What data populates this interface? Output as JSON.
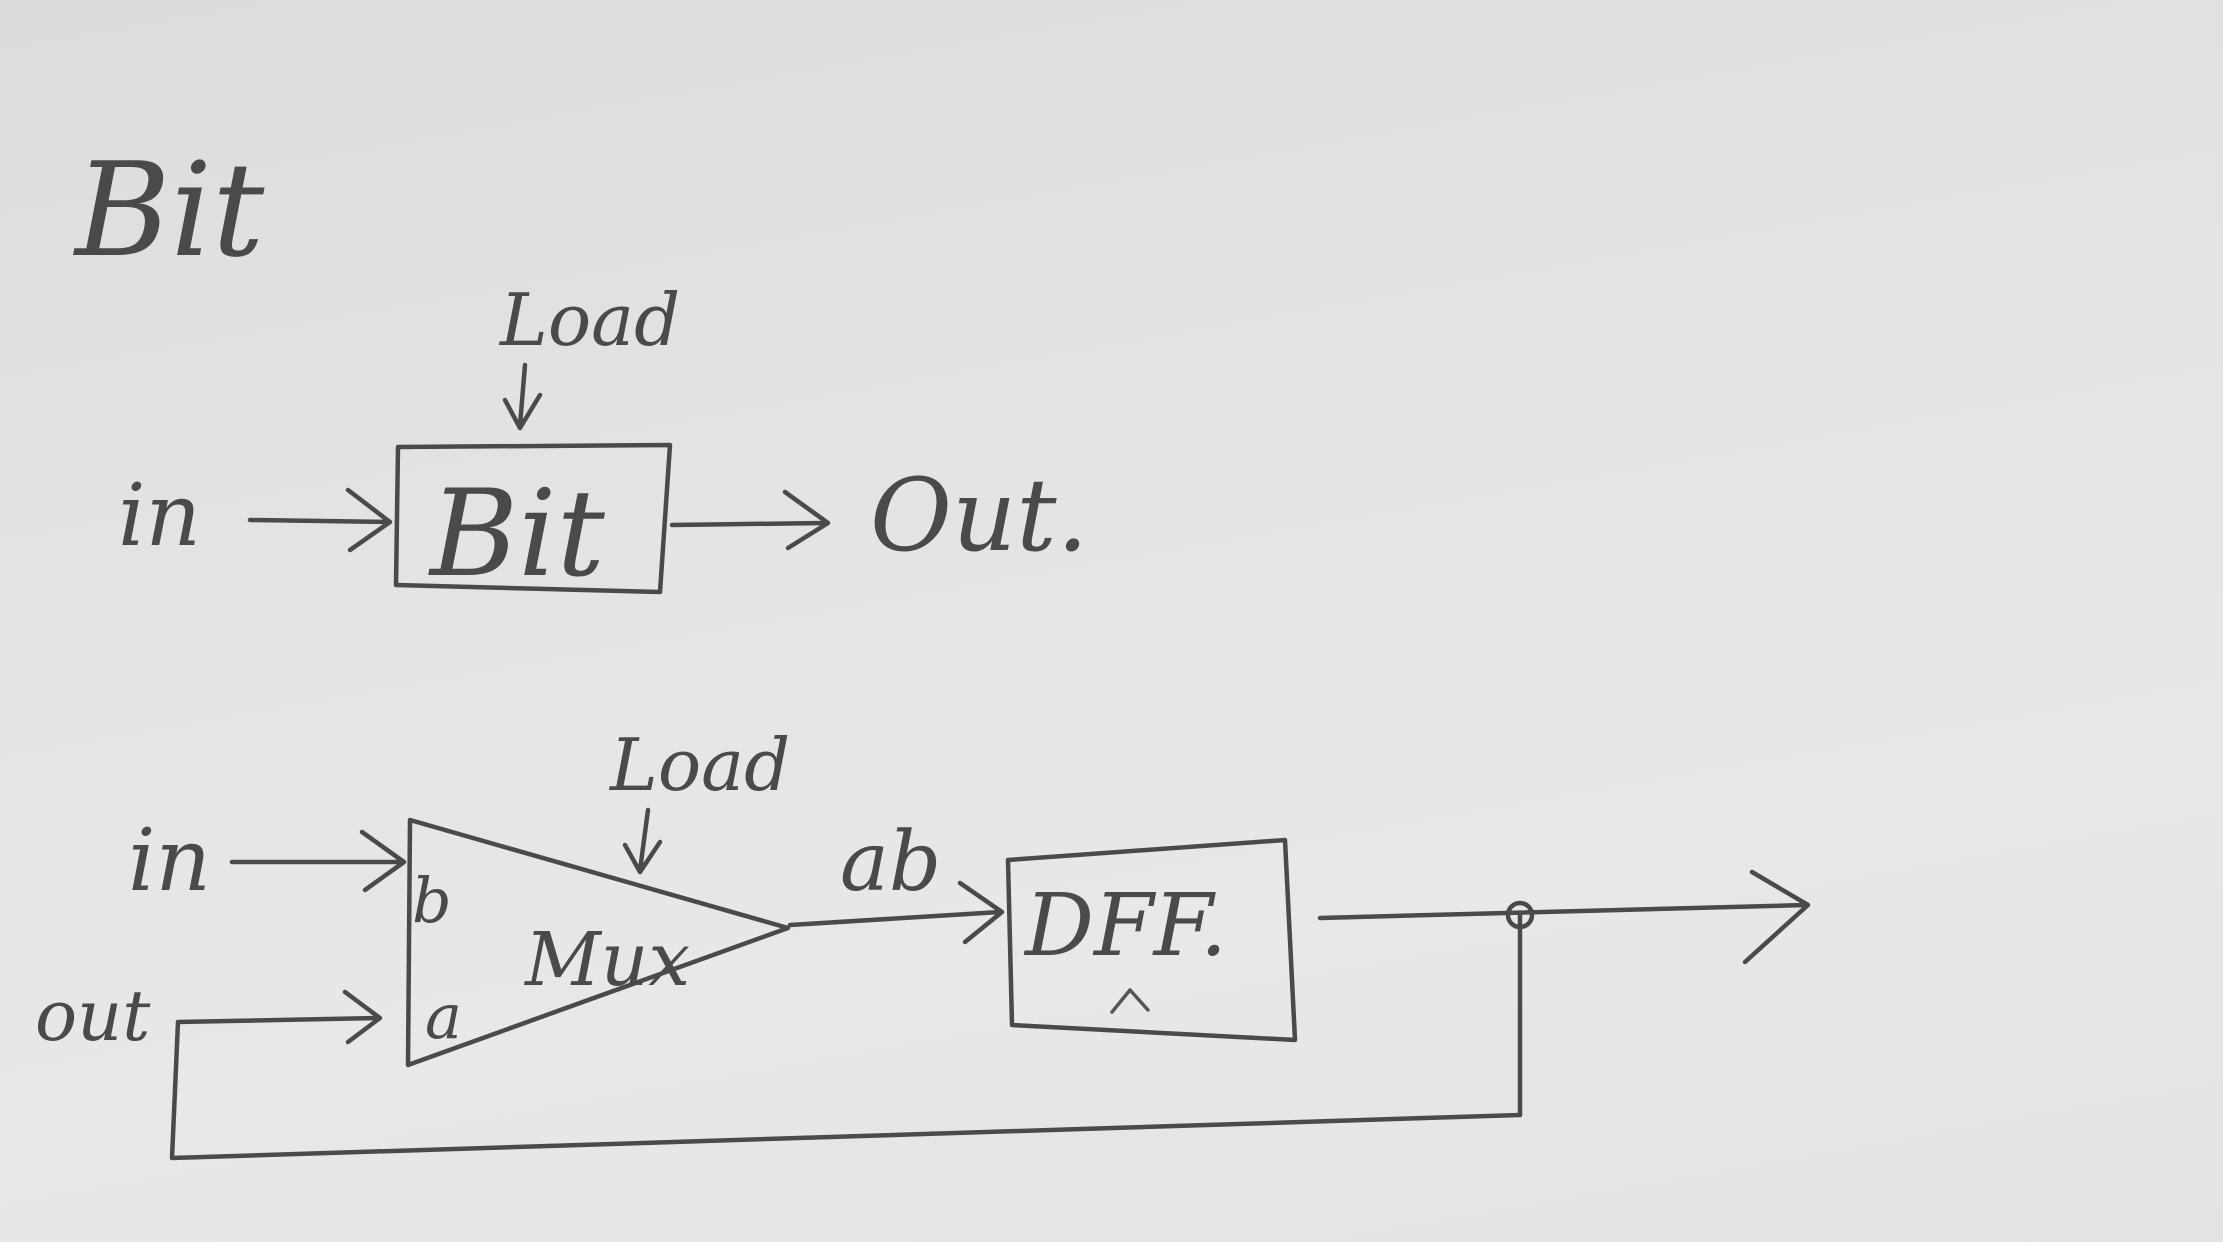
{
  "title": "Bit",
  "top_diagram": {
    "input_label": "in",
    "load_label": "Load",
    "chip_label": "Bit",
    "output_label": "Out."
  },
  "bottom_diagram": {
    "in_label": "in",
    "out_label": "out",
    "load_label": "Load",
    "mux_label": "Mux",
    "mux_input_b": "b",
    "mux_input_a": "a",
    "wire_label": "ab",
    "dff_label": "DFF."
  }
}
